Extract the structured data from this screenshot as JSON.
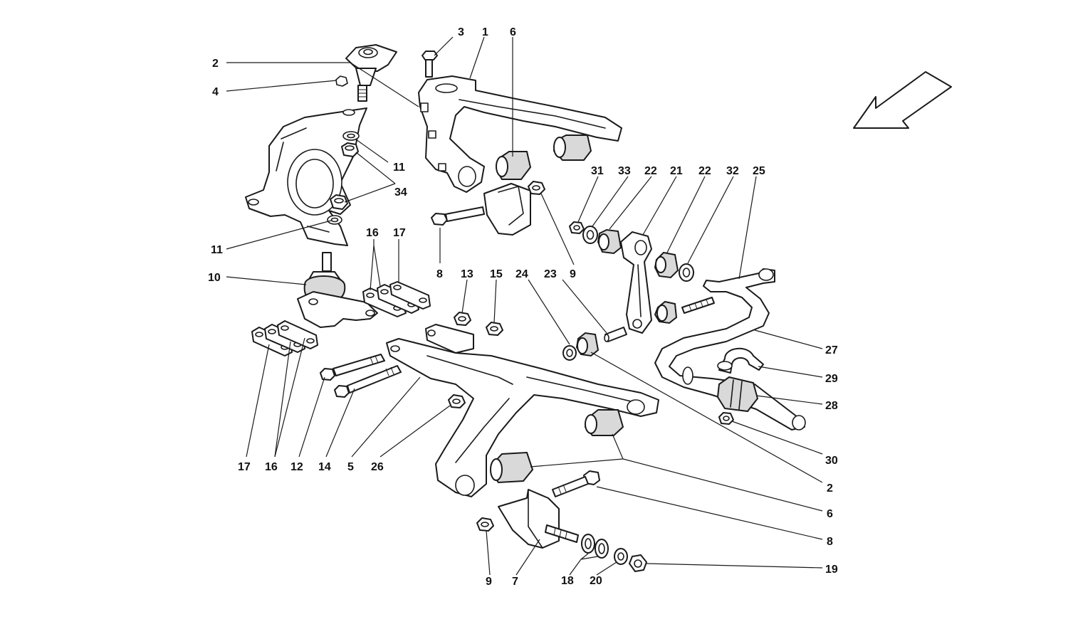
{
  "diagram": {
    "callouts": {
      "c1": "1",
      "c2a": "2",
      "c2b": "2",
      "c3": "3",
      "c4": "4",
      "c5": "5",
      "c6a": "6",
      "c6b": "6",
      "c7": "7",
      "c8a": "8",
      "c8b": "8",
      "c9a": "9",
      "c9b": "9",
      "c10": "10",
      "c11a": "11",
      "c11b": "11",
      "c12": "12",
      "c13": "13",
      "c14": "14",
      "c15": "15",
      "c16a": "16",
      "c16b": "16",
      "c17a": "17",
      "c17b": "17",
      "c18": "18",
      "c19": "19",
      "c20": "20",
      "c21": "21",
      "c22a": "22",
      "c22b": "22",
      "c23": "23",
      "c24": "24",
      "c25": "25",
      "c26": "26",
      "c27": "27",
      "c28": "28",
      "c29": "29",
      "c30": "30",
      "c31": "31",
      "c32": "32",
      "c33": "33",
      "c34": "34"
    }
  }
}
